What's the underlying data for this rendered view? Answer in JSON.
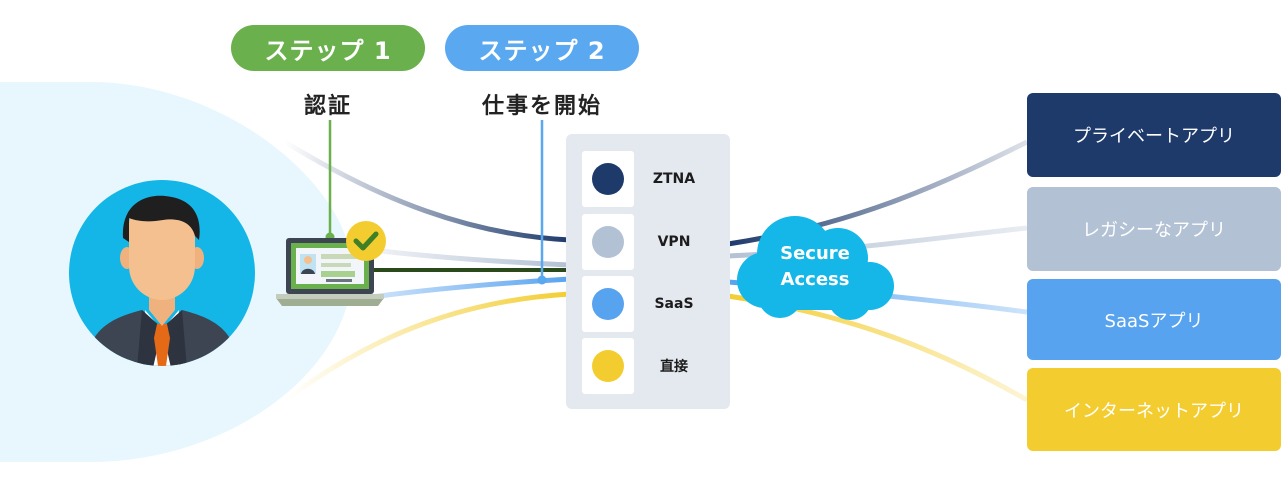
{
  "steps": [
    {
      "label": "ステップ 1",
      "caption": "認証",
      "color": "#6ab04c"
    },
    {
      "label": "ステップ 2",
      "caption": "仕事を開始",
      "color": "#5aa8f0"
    }
  ],
  "methods": [
    {
      "label": "ZTNA",
      "color": "#1e3a6b"
    },
    {
      "label": "VPN",
      "color": "#b3c1d4"
    },
    {
      "label": "SaaS",
      "color": "#58a3ef"
    },
    {
      "label": "直接",
      "color": "#f3cd30"
    }
  ],
  "cloud": {
    "line1": "Secure",
    "line2": "Access",
    "color": "#14b7e8"
  },
  "apps": [
    {
      "label": "プライベートアプリ",
      "color": "#1e3a6b"
    },
    {
      "label": "レガシーなアプリ",
      "color": "#b3c1d4"
    },
    {
      "label": "SaaSアプリ",
      "color": "#58a3ef"
    },
    {
      "label": "インターネットアプリ",
      "color": "#f3cd30"
    }
  ],
  "user": {
    "icon": "businessman-avatar-icon",
    "ring_color": "#13b6e6",
    "halo_color": "#e7f7fd"
  },
  "laptop": {
    "icon": "laptop-id-card-icon",
    "check_icon": "checkmark-badge-icon"
  }
}
